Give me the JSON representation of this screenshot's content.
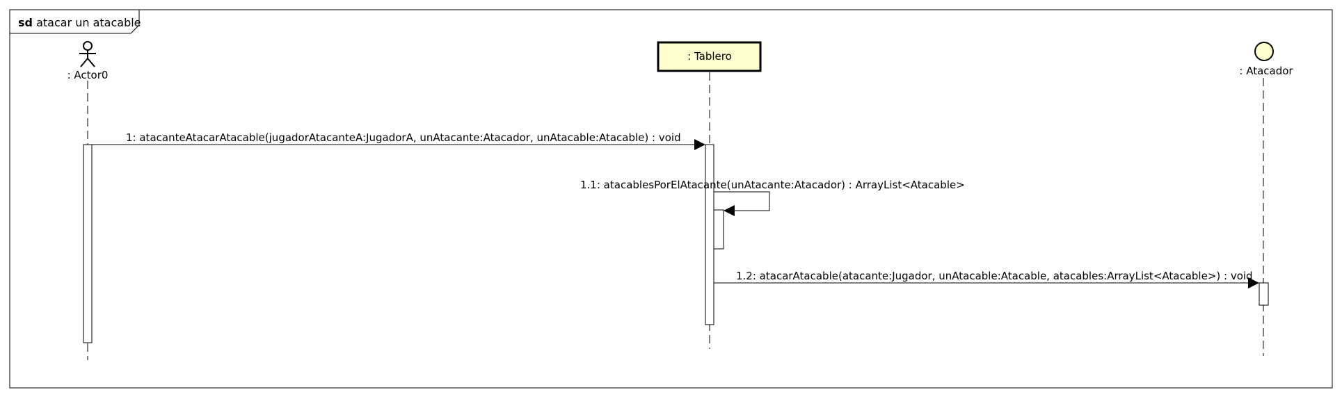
{
  "frame": {
    "keyword": "sd",
    "name": "atacar un atacable"
  },
  "lifelines": {
    "actor": {
      "label": ": Actor0",
      "kind": "actor"
    },
    "tablero": {
      "label": ": Tablero",
      "kind": "object"
    },
    "atacador": {
      "label": ": Atacador",
      "kind": "entity"
    }
  },
  "messages": [
    {
      "num": "1",
      "text": "1: atacanteAtacarAtacable(jugadorAtacanteA:JugadorA, unAtacante:Atacador, unAtacable:Atacable) : void",
      "from": "actor",
      "to": "tablero"
    },
    {
      "num": "1.1",
      "text": "1.1: atacablesPorElAtacante(unAtacante:Atacador) : ArrayList<Atacable>",
      "from": "tablero",
      "to": "tablero"
    },
    {
      "num": "1.2",
      "text": "1.2: atacarAtacable(atacante:Jugador, unAtacable:Atacable, atacables:ArrayList<Atacable>) : void",
      "from": "tablero",
      "to": "atacador"
    }
  ],
  "colors": {
    "object_fill": "#FEFECE",
    "line": "#000000",
    "activation_fill": "#FFFFFF"
  }
}
